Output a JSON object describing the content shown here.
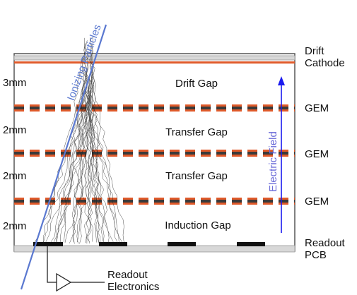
{
  "title": "",
  "labels": {
    "drift_cathode": [
      "Drift",
      "Cathode"
    ],
    "gem": [
      "GEM",
      "GEM",
      "GEM"
    ],
    "readout_pcb": [
      "Readout",
      "PCB"
    ],
    "readout_electronics": [
      "Readout",
      "Electronics"
    ],
    "gaps": [
      "Drift Gap",
      "Transfer Gap",
      "Transfer Gap",
      "Induction Gap"
    ],
    "gap_sizes": [
      "3mm",
      "2mm",
      "2mm",
      "2mm"
    ],
    "particle": "Ionizing Particles",
    "field": "Electric Field"
  },
  "colors": {
    "electrode": "#e05a2a",
    "gem_dark": "#3a3a3a",
    "particle_track": "#5a78d0",
    "field_arrow": "#1a1aee",
    "field_text": "#6a6ad8",
    "frame": "#555555"
  }
}
